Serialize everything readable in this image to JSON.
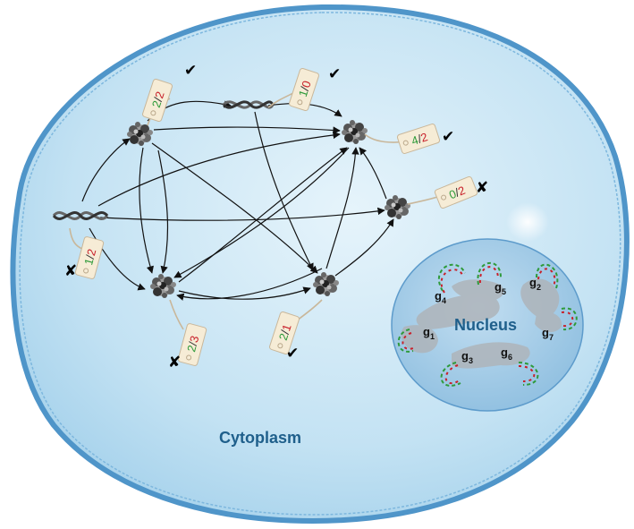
{
  "regions": {
    "cytoplasm": "Cytoplasm",
    "nucleus": "Nucleus"
  },
  "colors": {
    "numerator": "#2e9a3a",
    "denominator": "#c8202a",
    "cell_fill": "#bfe0f2",
    "cell_border": "#4f95c9",
    "nucleus_fill": "#a9cfe9"
  },
  "tags": [
    {
      "id": "tag-a",
      "num": "2",
      "den": "2",
      "status": "check",
      "status_glyph": "✔"
    },
    {
      "id": "tag-b",
      "num": "1",
      "den": "0",
      "status": "check",
      "status_glyph": "✔"
    },
    {
      "id": "tag-c",
      "num": "4",
      "den": "2",
      "status": "check",
      "status_glyph": "✔"
    },
    {
      "id": "tag-d",
      "num": "0",
      "den": "2",
      "status": "cross",
      "status_glyph": "✘"
    },
    {
      "id": "tag-e",
      "num": "1",
      "den": "2",
      "status": "cross",
      "status_glyph": "✘"
    },
    {
      "id": "tag-f",
      "num": "2",
      "den": "3",
      "status": "cross",
      "status_glyph": "✘"
    },
    {
      "id": "tag-g",
      "num": "2",
      "den": "1",
      "status": "check",
      "status_glyph": "✔"
    }
  ],
  "genes": [
    {
      "letter": "g",
      "sub": "4"
    },
    {
      "letter": "g",
      "sub": "5"
    },
    {
      "letter": "g",
      "sub": "2"
    },
    {
      "letter": "g",
      "sub": "1"
    },
    {
      "letter": "g",
      "sub": "7"
    },
    {
      "letter": "g",
      "sub": "3"
    },
    {
      "letter": "g",
      "sub": "6"
    }
  ],
  "icons": {
    "dna": "dna-helix-icon",
    "protein": "protein-cluster-icon",
    "check": "check-mark-icon",
    "cross": "cross-mark-icon"
  }
}
